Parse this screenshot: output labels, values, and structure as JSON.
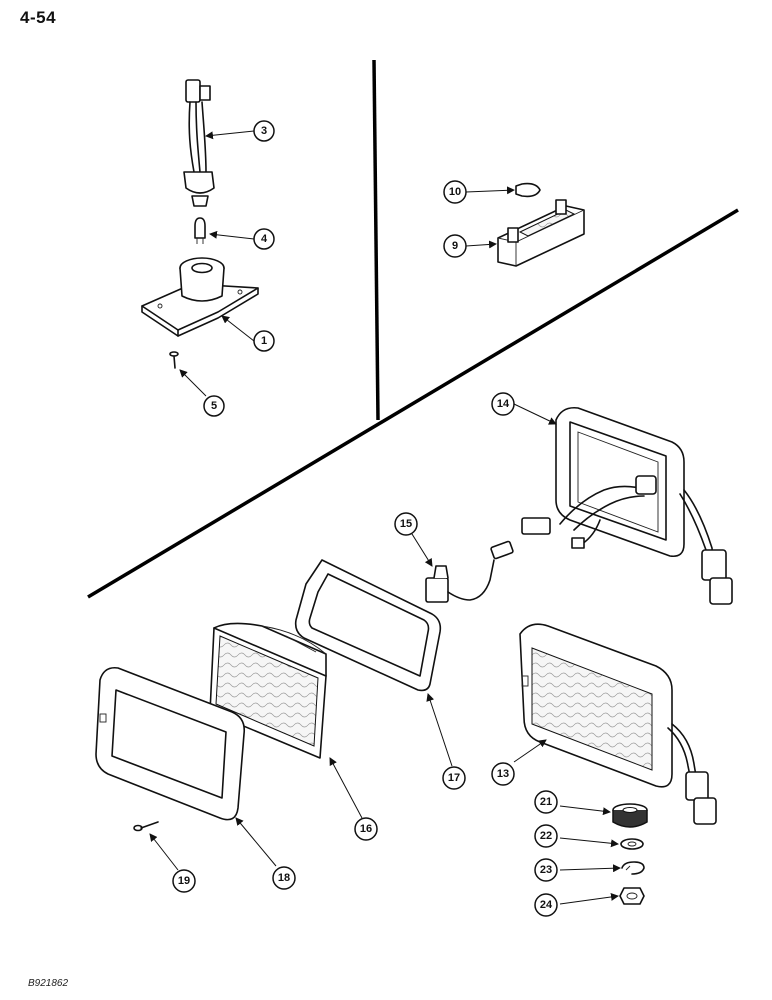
{
  "page_number": "4-54",
  "doc_code": "B921862",
  "callouts": {
    "c1": "1",
    "c3": "3",
    "c4": "4",
    "c5": "5",
    "c9": "9",
    "c10": "10",
    "c13": "13",
    "c14": "14",
    "c15": "15",
    "c16": "16",
    "c17": "17",
    "c18": "18",
    "c19": "19",
    "c21": "21",
    "c22": "22",
    "c23": "23",
    "c24": "24"
  }
}
